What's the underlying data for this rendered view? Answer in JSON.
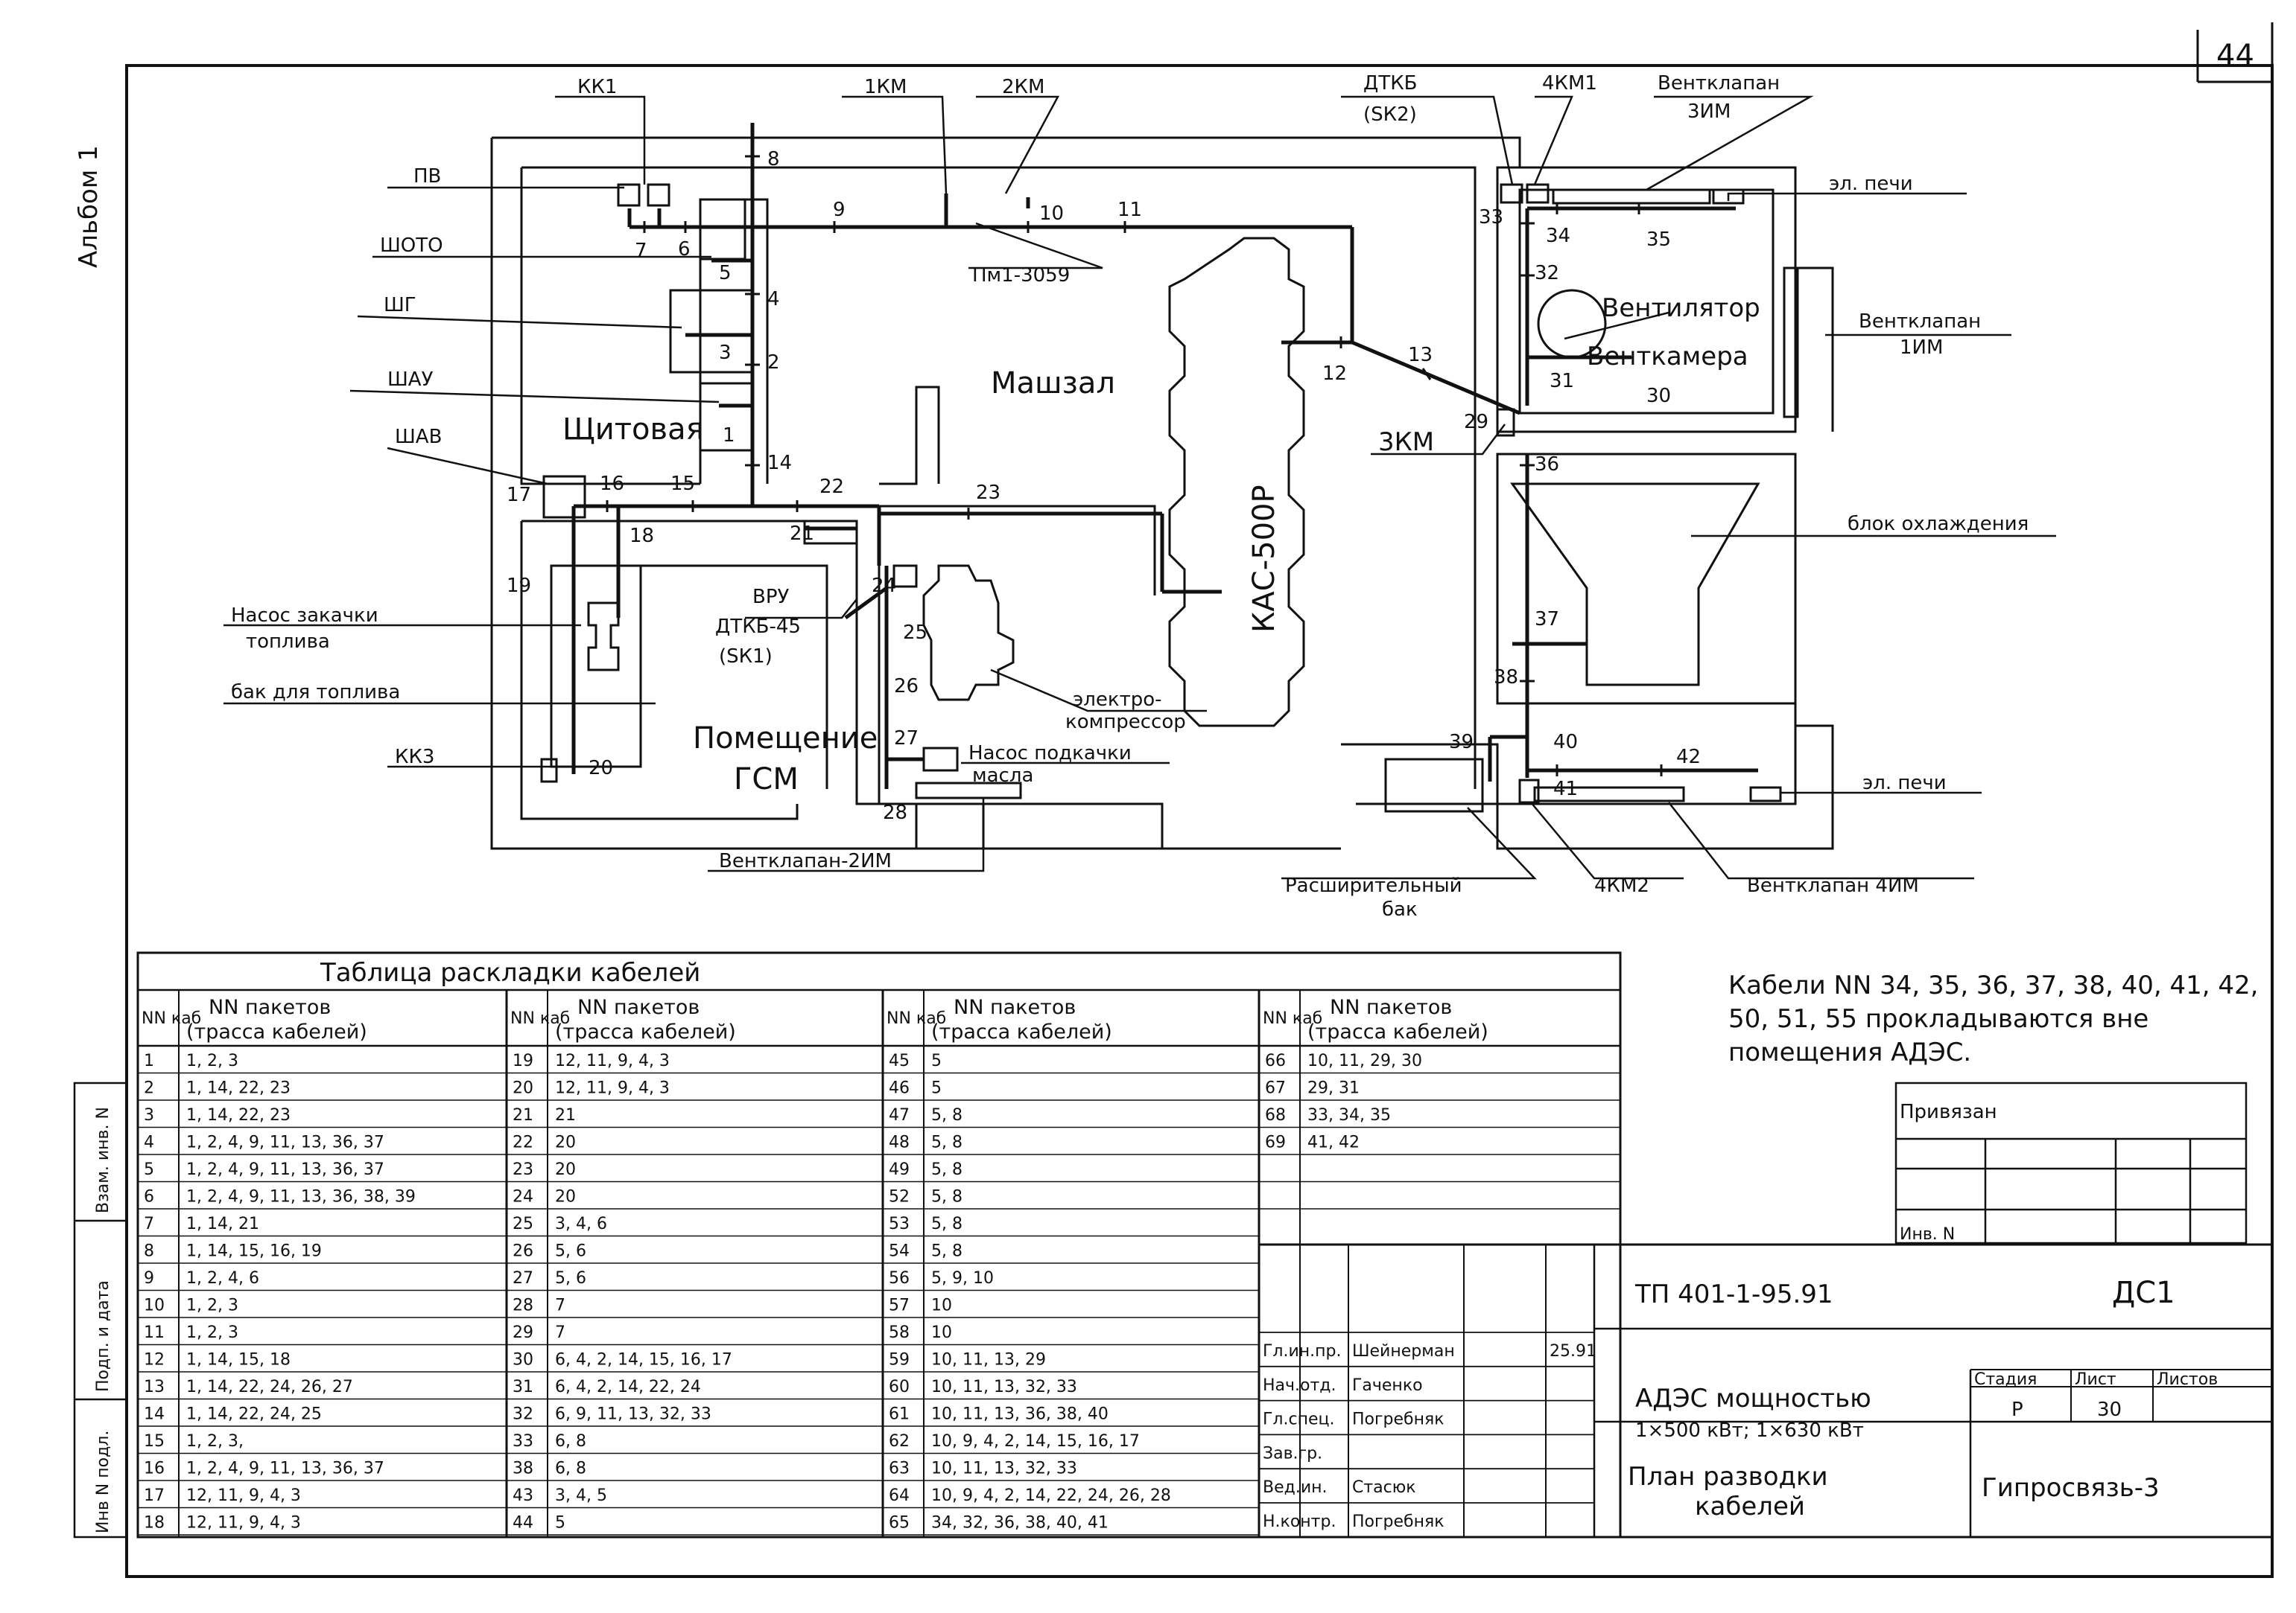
{
  "sheet": {
    "page_number": "44",
    "album_label": "Альбом 1"
  },
  "plan": {
    "room_labels": {
      "mashzal": "Машзал",
      "shchitovaya": "Щитовая",
      "pomeshchenie": "Помещение",
      "gsm": "ГСМ",
      "ventkamera": "Венткамера",
      "ventilyator": "Вентилятор",
      "kas": "КАС-500Р",
      "blok": "блок охлаждения"
    },
    "callouts": {
      "kk1": "КК1",
      "km1": "1КМ",
      "km2": "2КМ",
      "dtkb": "ДТКБ",
      "sk2": "(SК2)",
      "km4": "4КМ1",
      "ventklapan_3im": "Вентклапан",
      "ventklapan_3im_b": "3ИМ",
      "pv": "ПВ",
      "shchoto": "ШОТО",
      "shg": "ШГ",
      "shau": "ШАУ",
      "shav": "ШАВ",
      "pm": "Пм1-3059",
      "el_pechi_1": "эл. печи",
      "el_pechi_2": "эл. печи",
      "ventklapan_1im": "Вентклапан",
      "ventklapan_1im_b": "1ИМ",
      "km3": "3КМ",
      "vru": "ВРУ",
      "dtkb45": "ДТКБ-45",
      "sk1": "(SК1)",
      "nasos1": "Насос закачки",
      "nasos1b": "топлива",
      "bak": "бак для топлива",
      "kk3": "КК3",
      "elektro": "электро-",
      "elektro_b": "компрессор",
      "nasos2": "Насос подкачки",
      "nasos2b": "масла",
      "ventklapan_2im": "Вентклапан-2ИМ",
      "rasshir": "Расширительный",
      "rasshir_b": "бак",
      "km_4b": "4КМ2",
      "ventklapan_4im": "Вентклапан 4ИМ"
    },
    "nodes": [
      "8",
      "9",
      "10",
      "11",
      "7",
      "6",
      "5",
      "4",
      "3",
      "2",
      "1",
      "14",
      "15",
      "16",
      "17",
      "18",
      "19",
      "20",
      "12",
      "13",
      "21",
      "22",
      "23",
      "24",
      "25",
      "26",
      "27",
      "28",
      "29",
      "30",
      "31",
      "32",
      "33",
      "34",
      "35",
      "36",
      "37",
      "38",
      "39",
      "40",
      "41",
      "42"
    ]
  },
  "note": {
    "line1": "Кабели NN 34, 35, 36, 37, 38, 40, 41, 42,",
    "line2": "50, 51, 55 прокладываются вне",
    "line3": "помещения АДЭС."
  },
  "cable_table": {
    "title": "Таблица    раскладки    кабелей",
    "col_num": "NN каб",
    "col_path_1": "NN пакетов",
    "col_path_2": "(трасса кабелей)",
    "groups": [
      [
        [
          "1",
          "1, 2, 3"
        ],
        [
          "2",
          "1, 14, 22, 23"
        ],
        [
          "3",
          "1, 14, 22, 23"
        ],
        [
          "4",
          "1, 2, 4, 9, 11, 13, 36, 37"
        ],
        [
          "5",
          "1, 2, 4, 9, 11, 13, 36, 37"
        ],
        [
          "6",
          "1, 2, 4, 9, 11, 13, 36, 38, 39"
        ],
        [
          "7",
          "1, 14, 21"
        ],
        [
          "8",
          "1, 14, 15, 16, 19"
        ],
        [
          "9",
          "1, 2, 4, 6"
        ],
        [
          "10",
          "1, 2, 3"
        ],
        [
          "11",
          "1, 2, 3"
        ],
        [
          "12",
          "1, 14, 15, 18"
        ],
        [
          "13",
          "1, 14, 22, 24, 26, 27"
        ],
        [
          "14",
          "1, 14, 22, 24, 25"
        ],
        [
          "15",
          "1, 2, 3,"
        ],
        [
          "16",
          "1, 2, 4, 9, 11, 13, 36, 37"
        ],
        [
          "17",
          "12, 11, 9, 4, 3"
        ],
        [
          "18",
          "12, 11, 9, 4, 3"
        ]
      ],
      [
        [
          "19",
          "12, 11, 9, 4, 3"
        ],
        [
          "20",
          "12, 11, 9, 4, 3"
        ],
        [
          "21",
          "21"
        ],
        [
          "22",
          "20"
        ],
        [
          "23",
          "20"
        ],
        [
          "24",
          "20"
        ],
        [
          "25",
          "3, 4, 6"
        ],
        [
          "26",
          "5, 6"
        ],
        [
          "27",
          "5, 6"
        ],
        [
          "28",
          "7"
        ],
        [
          "29",
          "7"
        ],
        [
          "30",
          "6, 4, 2, 14, 15, 16, 17"
        ],
        [
          "31",
          "6, 4, 2, 14, 22, 24"
        ],
        [
          "32",
          "6, 9, 11, 13, 32, 33"
        ],
        [
          "33",
          "6, 8"
        ],
        [
          "38",
          "6, 8"
        ],
        [
          "43",
          "3, 4, 5"
        ],
        [
          "44",
          "5"
        ]
      ],
      [
        [
          "45",
          "5"
        ],
        [
          "46",
          "5"
        ],
        [
          "47",
          "5, 8"
        ],
        [
          "48",
          "5, 8"
        ],
        [
          "49",
          "5, 8"
        ],
        [
          "52",
          "5, 8"
        ],
        [
          "53",
          "5, 8"
        ],
        [
          "54",
          "5, 8"
        ],
        [
          "56",
          "5, 9, 10"
        ],
        [
          "57",
          "10"
        ],
        [
          "58",
          "10"
        ],
        [
          "59",
          "10, 11, 13, 29"
        ],
        [
          "60",
          "10, 11, 13, 32, 33"
        ],
        [
          "61",
          "10, 11, 13, 36, 38, 40"
        ],
        [
          "62",
          "10, 9, 4, 2, 14, 15, 16, 17"
        ],
        [
          "63",
          "10, 11, 13, 32, 33"
        ],
        [
          "64",
          "10, 9, 4, 2, 14, 22, 24, 26, 28"
        ],
        [
          "65",
          "34, 32, 36, 38, 40, 41"
        ]
      ],
      [
        [
          "66",
          "10, 11, 29, 30"
        ],
        [
          "67",
          "29, 31"
        ],
        [
          "68",
          "33, 34, 35"
        ],
        [
          "69",
          "41, 42"
        ],
        [
          "",
          ""
        ],
        [
          "",
          ""
        ]
      ]
    ]
  },
  "binding": {
    "title": "Привязан",
    "inv": "Инв. N"
  },
  "side_stamp": {
    "c1": "Инв N подл.",
    "c2": "Подп. и дата",
    "c3": "Взам. инв. N"
  },
  "title_block": {
    "doc_code": "ТП 401-1-95.91",
    "sheet_code": "ДС1",
    "roles": [
      "Гл.ин.пр.",
      "Нач.отд.",
      "Гл.спец.",
      "Зав.гр.",
      "Вед.ин.",
      "Н.контр."
    ],
    "names": [
      "Шейнерман",
      "Гаченко",
      "Погребняк",
      "",
      "Стасюк",
      "Погребняк"
    ],
    "dates": [
      "25.91",
      "",
      "",
      "",
      "",
      ""
    ],
    "object_line1": "АДЭС   мощностью",
    "object_line2": "1×500 кВт; 1×630 кВт",
    "drawing_title_1": "План   разводки",
    "drawing_title_2": "кабелей",
    "stage_label": "Стадия",
    "sheet_label": "Лист",
    "sheets_label": "Листов",
    "stage": "Р",
    "sheet_no": "30",
    "org": "Гипросвязь-3"
  }
}
